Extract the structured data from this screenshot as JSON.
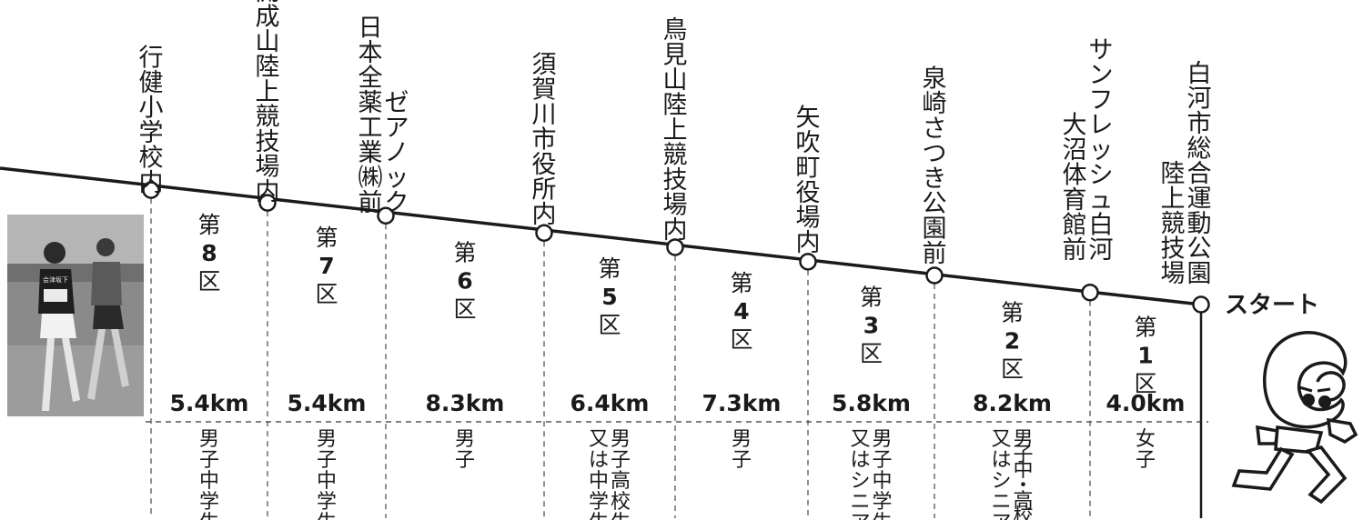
{
  "start_label": "スタート",
  "finish_label": "行健小学校内",
  "relay_points": [
    {
      "lines": [
        "白河市総合運動公園",
        "陸上競技場"
      ]
    },
    {
      "lines": [
        "サンフレッシュ白河",
        "大沼体育館前"
      ]
    },
    {
      "lines": [
        "泉崎さつき公園前"
      ]
    },
    {
      "lines": [
        "矢吹町役場内"
      ]
    },
    {
      "lines": [
        "鳥見山陸上競技場内"
      ]
    },
    {
      "lines": [
        "須賀川市役所内"
      ]
    },
    {
      "lines": [
        "ゼアノック",
        "日本全薬工業㈱前"
      ]
    },
    {
      "lines": [
        "開成山陸上競技場内"
      ]
    },
    {
      "lines": [
        "行健小学校内"
      ]
    }
  ],
  "sections": [
    {
      "number": "1",
      "label": "第1区",
      "distance": "4.0km",
      "category_lines": [
        "女子"
      ]
    },
    {
      "number": "2",
      "label": "第2区",
      "distance": "8.2km",
      "category_lines": [
        "男子中・高校生",
        "又はシニア"
      ]
    },
    {
      "number": "3",
      "label": "第3区",
      "distance": "5.8km",
      "category_lines": [
        "男子中学生",
        "又はシニア"
      ]
    },
    {
      "number": "4",
      "label": "第4区",
      "distance": "7.3km",
      "category_lines": [
        "男子"
      ]
    },
    {
      "number": "5",
      "label": "第5区",
      "distance": "6.4km",
      "category_lines": [
        "男子高校生",
        "又は中学生"
      ]
    },
    {
      "number": "6",
      "label": "第6区",
      "distance": "8.3km",
      "category_lines": [
        "男子"
      ]
    },
    {
      "number": "7",
      "label": "第7区",
      "distance": "5.4km",
      "category_lines": [
        "男子中学生"
      ]
    },
    {
      "number": "8",
      "label": "第8区",
      "distance": "5.4km",
      "category_lines": [
        "男子中学生"
      ]
    }
  ],
  "photo_bib_text": "会津坂下",
  "colors": {
    "line": "#1a1a1a",
    "dashed": "#555555",
    "photo_bg": "#8a8a8a"
  }
}
